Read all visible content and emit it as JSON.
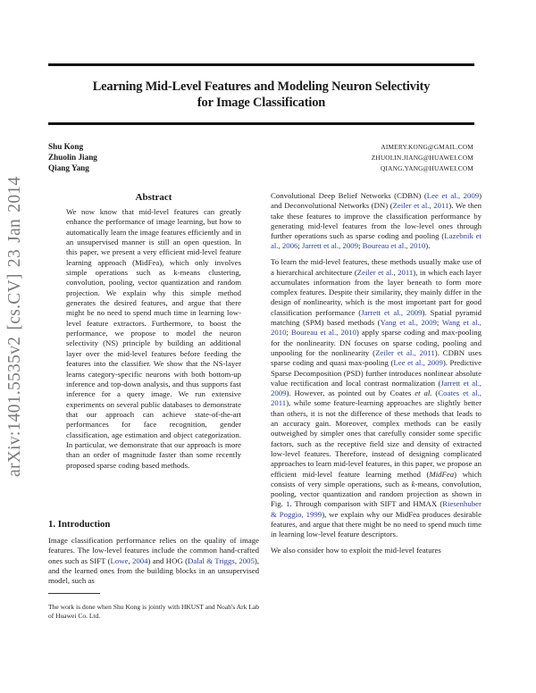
{
  "paper": {
    "title_line1": "Learning Mid-Level Features and Modeling Neuron Selectivity",
    "title_line2": "for Image Classification",
    "authors": [
      {
        "name": "Shu Kong",
        "email": "AIMERY.KONG@GMAIL.COM"
      },
      {
        "name": "Zhuolin Jiang",
        "email": "ZHUOLIN.JIANG@HUAWEI.COM"
      },
      {
        "name": "Qiang Yang",
        "email": "QIANG.YANG@HUAWEI.COM"
      }
    ],
    "arxiv_stamp": "arXiv:1401.5535v2  [cs.CV]  23 Jan 2014",
    "abstract_heading": "Abstract",
    "abstract_text": "We now know that mid-level features can greatly enhance the performance of image learning, but how to automatically learn the image features efficiently and in an unsupervised manner is still an open question. In this paper, we present a very efficient mid-level feature learning approach (MidFea), which only involves simple operations such as k-means clustering, convolution, pooling, vector quantization and random projection. We explain why this simple method generates the desired features, and argue that there might be no need to spend much time in learning low-level feature extractors. Furthermore, to boost the performance, we propose to model the neuron selectivity (NS) principle by building an additional layer over the mid-level features before feeding the features into the classifier. We show that the NS-layer learns category-specific neurons with both bottom-up inference and top-down analysis, and thus supports fast inference for a query image. We run extensive experiments on several public databases to demonstrate that our approach can achieve state-of-the-art performances for face recognition, gender classification, age estimation and object categorization. In particular, we demonstrate that our approach is more than an order of magnitude faster than some recently proposed sparse coding based methods.",
    "section_heading": "1. Introduction",
    "intro": {
      "p1_a": "Image classification performance relies on the quality of image features. The low-level features include the common hand-crafted ones such as SIFT (",
      "cite_lowe": "Lowe",
      "p1_b": ", ",
      "cite_lowe_year": "2004",
      "p1_c": ") and HOG (",
      "cite_dalal": "Dalal & Triggs",
      "p1_d": ", ",
      "cite_dalal_year": "2005",
      "p1_e": "), and the learned ones from the building blocks in an unsupervised model, such as"
    },
    "footnote": "The work is done when Shu Kong is jointly with HKUST and Noah's Ark Lab of Huawei Co. Ltd.",
    "right": {
      "r1_a": "Convolutional Deep Belief Networks (CDBN) (",
      "r1_c1": "Lee et al., 2009",
      "r1_b": ") and Deconvolutional Networks (DN) (",
      "r1_c2": "Zeiler et al., 2011",
      "r1_c": "). We then take these features to improve the classification performance by generating mid-level features from the low-level ones through further operations such as sparse coding and pooling (",
      "r1_c3": "Lazebnik et al., 2006",
      "r1_d": "; ",
      "r1_c4": "Jarrett et al., 2009",
      "r1_e": "; ",
      "r1_c5": "Boureau et al., 2010",
      "r1_f": ").",
      "r2_a": "To learn the mid-level features, these methods usually make use of a hierarchical architecture (",
      "r2_c1": "Zeiler et al., 2011",
      "r2_b": "), in which each layer accumulates information from the layer beneath to form more complex features. Despite their similarity, they mainly differ in the design of nonlinearity, which is the most important part for good classification performance (",
      "r2_c2": "Jarrett et al., 2009",
      "r2_c": "). Spatial pyramid matching (SPM) based methods (",
      "r2_c3": "Yang et al., 2009",
      "r2_d": "; ",
      "r2_c4": "Wang et al., 2010",
      "r2_e": "; ",
      "r2_c5": "Boureau et al., 2010",
      "r2_f": ") apply sparse coding and max-pooling for the nonlinearity. DN focuses on sparse coding, pooling and unpooling for the nonlinearity (",
      "r2_c6": "Zeiler et al., 2011",
      "r2_g": "). CDBN uses sparse coding and quasi max-pooling (",
      "r2_c7": "Lee et al., 2009",
      "r2_h": "). Predictive Sparse Decomposition (PSD) further introduces nonlinear absolute value rectification and local contrast normalization (",
      "r2_c8": "Jarrett et al., 2009",
      "r2_i": "). However, as pointed out by Coates ",
      "r2_etal": "et al.",
      "r2_j": " (",
      "r2_c9": "Coates et al., 2011",
      "r2_k": "), while some feature-learning approaches are slightly better than others, it is not the difference of these methods that leads to an accuracy gain. Moreover, complex methods can be easily outweighed by simpler ones that carefully consider some specific factors, such as the receptive field size and density of extracted low-level features. Therefore, instead of designing complicated approaches to learn mid-level features, in this paper, we propose an efficient mid-level feature learning method (",
      "r2_midfea": "MidFea",
      "r2_l": ") which consists of very simple operations, such as ",
      "r2_k_var": "k",
      "r2_m": "-means, convolution, pooling, vector quantization and random projection as shown in Fig. ",
      "r2_fig": "1",
      "r2_n": ". Through comparison with SIFT and HMAX (",
      "r2_c10": "Riesenhuber & Poggio, 1999",
      "r2_o": "), we explain why our MidFea produces desirable features, and argue that there might be no need to spend much time in learning low-level feature descriptors.",
      "r3": "We also consider how to exploit the mid-level features"
    },
    "colors": {
      "citation": "#2a3f9a",
      "text": "#1a1a1a",
      "arxiv_stamp": "#7a7a7a"
    }
  }
}
